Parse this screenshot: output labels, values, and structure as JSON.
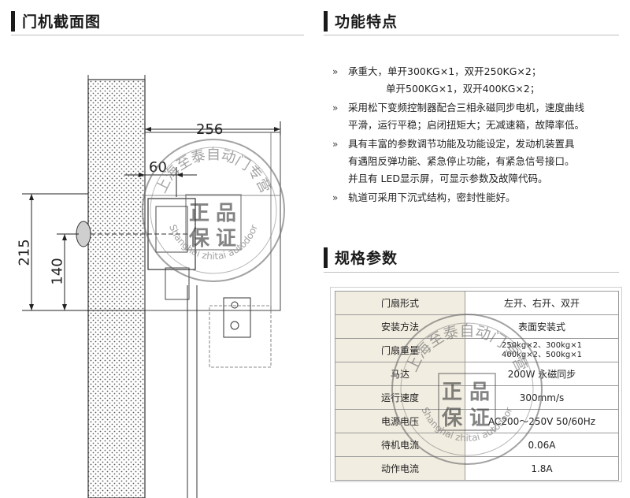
{
  "left_section": {
    "title": "门机截面图"
  },
  "right_section": {
    "title": "功能特点"
  },
  "drawing": {
    "dim_256": "256",
    "dim_60": "60",
    "dim_215": "215",
    "dim_140": "140"
  },
  "features": [
    {
      "lines": [
        "承重大，单开300KG×1，双开250KG×2；",
        "单开500KG×1，双开400KG×2；"
      ]
    },
    {
      "lines": [
        "采用松下变频控制器配合三相永磁同步电机，速度曲线",
        "平滑，运行平稳；启闭扭矩大；无减速箱，故障率低。"
      ]
    },
    {
      "lines": [
        "具有丰富的参数调节功能及功能设定，发动机装置具",
        "有遇阻反弹功能、紧急停止功能，有紧急信号接口。",
        "并且有 LED显示屏，可显示参数及故障代码。"
      ]
    },
    {
      "lines": [
        "轨道可采用下沉式结构，密封性能好。"
      ]
    }
  ],
  "spec": {
    "title": "规格参数",
    "rows": [
      {
        "key": "门扇形式",
        "value": "左开、右开、双开"
      },
      {
        "key": "安装方法",
        "value": "表面安装式"
      },
      {
        "key": "门扇重量",
        "value_lines": [
          "250kg×2、300kg×1",
          "400kg×2、500kg×1"
        ]
      },
      {
        "key": "马达",
        "value": "200W 永磁同步"
      },
      {
        "key": "运行速度",
        "value": "300mm/s"
      },
      {
        "key": "电源电压",
        "value": "AC200～250V  50/60Hz"
      },
      {
        "key": "待机电流",
        "value": "0.06A"
      },
      {
        "key": "动作电流",
        "value": "1.8A"
      }
    ]
  },
  "stamp": {
    "ring_text": "上海至泰自动门专营",
    "ring_text_latin": "Shanghai zhitai autodoor",
    "center": [
      "正",
      "品",
      "保",
      "证"
    ]
  }
}
